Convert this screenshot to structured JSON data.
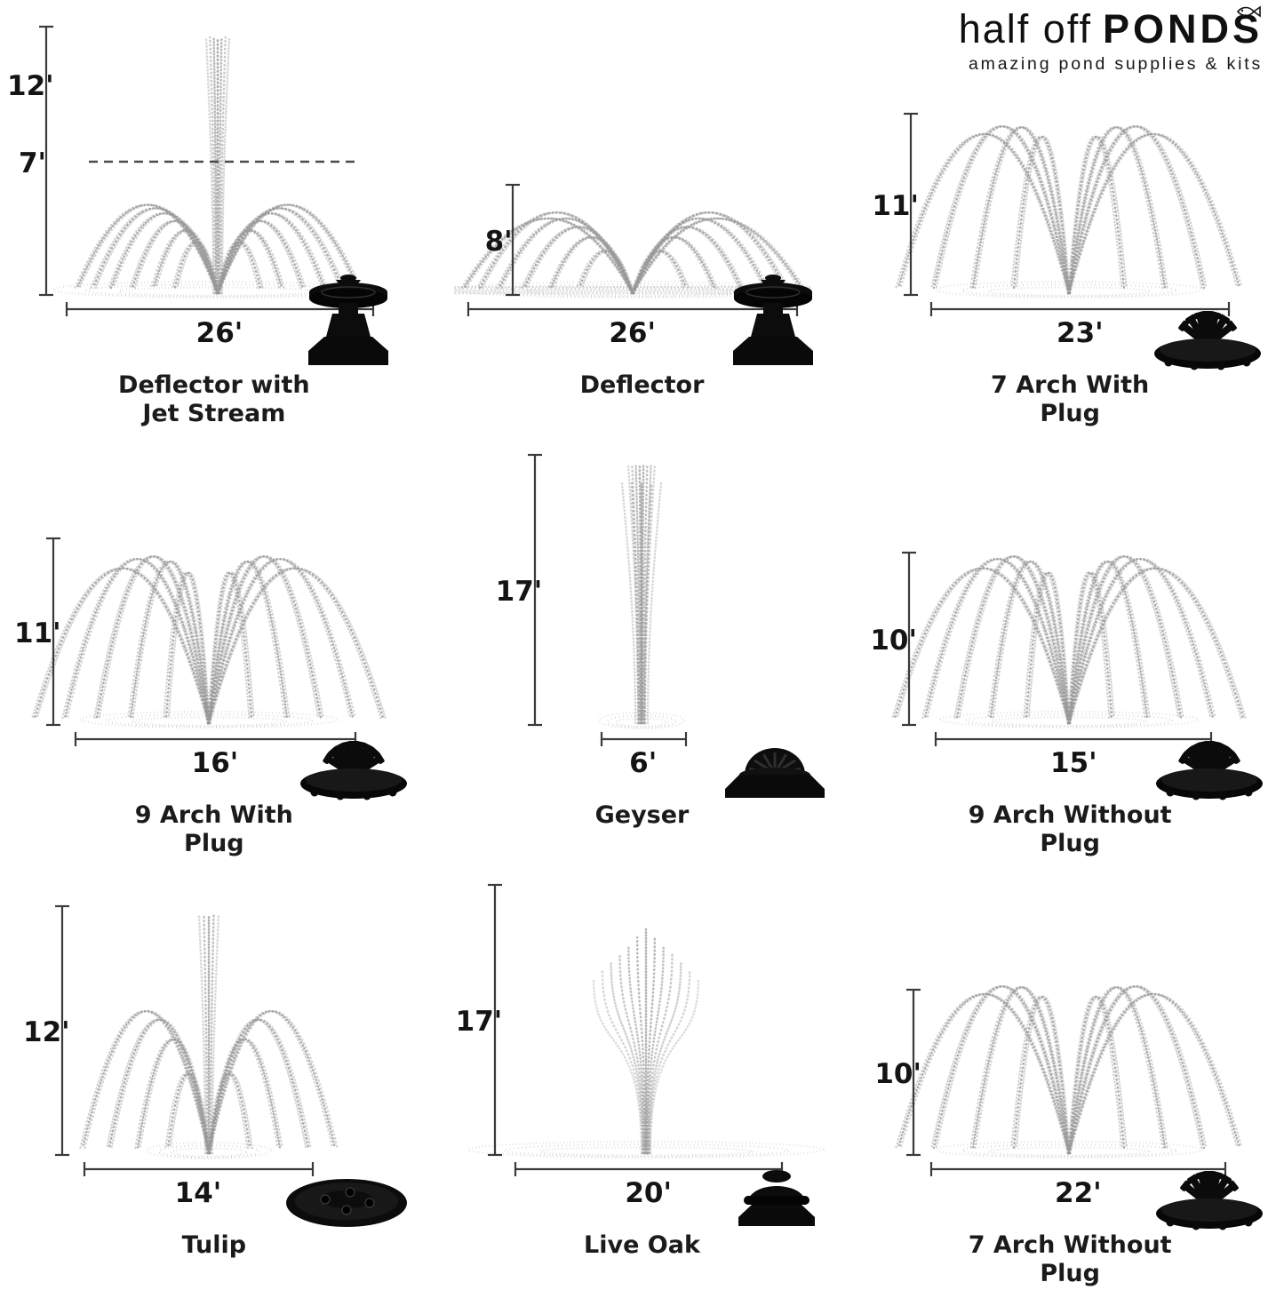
{
  "brand": {
    "name_light": "half off",
    "name_bold": "PONDS",
    "tagline": "amazing pond supplies & kits"
  },
  "fountains": [
    {
      "label": "Deflector with Jet Stream",
      "height": "12'",
      "height2": "7'",
      "width": "26'",
      "nozzle_icon": "deflector-nozzle-icon"
    },
    {
      "label": "Deflector",
      "height": "8'",
      "width": "26'",
      "nozzle_icon": "deflector-nozzle-icon"
    },
    {
      "label": "7 Arch With Plug",
      "height": "11'",
      "width": "23'",
      "nozzle_icon": "seven-arch-nozzle-icon"
    },
    {
      "label": "9 Arch With Plug",
      "height": "11'",
      "width": "16'",
      "nozzle_icon": "nine-arch-nozzle-icon"
    },
    {
      "label": "Geyser",
      "height": "17'",
      "width": "6'",
      "nozzle_icon": "geyser-nozzle-icon"
    },
    {
      "label": "9 Arch Without Plug",
      "height": "10'",
      "width": "15'",
      "nozzle_icon": "nine-arch-nozzle-icon"
    },
    {
      "label": "Tulip",
      "height": "12'",
      "width": "14'",
      "nozzle_icon": "tulip-nozzle-icon"
    },
    {
      "label": "Live Oak",
      "height": "17'",
      "width": "20'",
      "nozzle_icon": "live-oak-nozzle-icon"
    },
    {
      "label": "7 Arch Without Plug",
      "height": "10'",
      "width": "22'",
      "nozzle_icon": "seven-arch-nozzle-icon"
    }
  ]
}
